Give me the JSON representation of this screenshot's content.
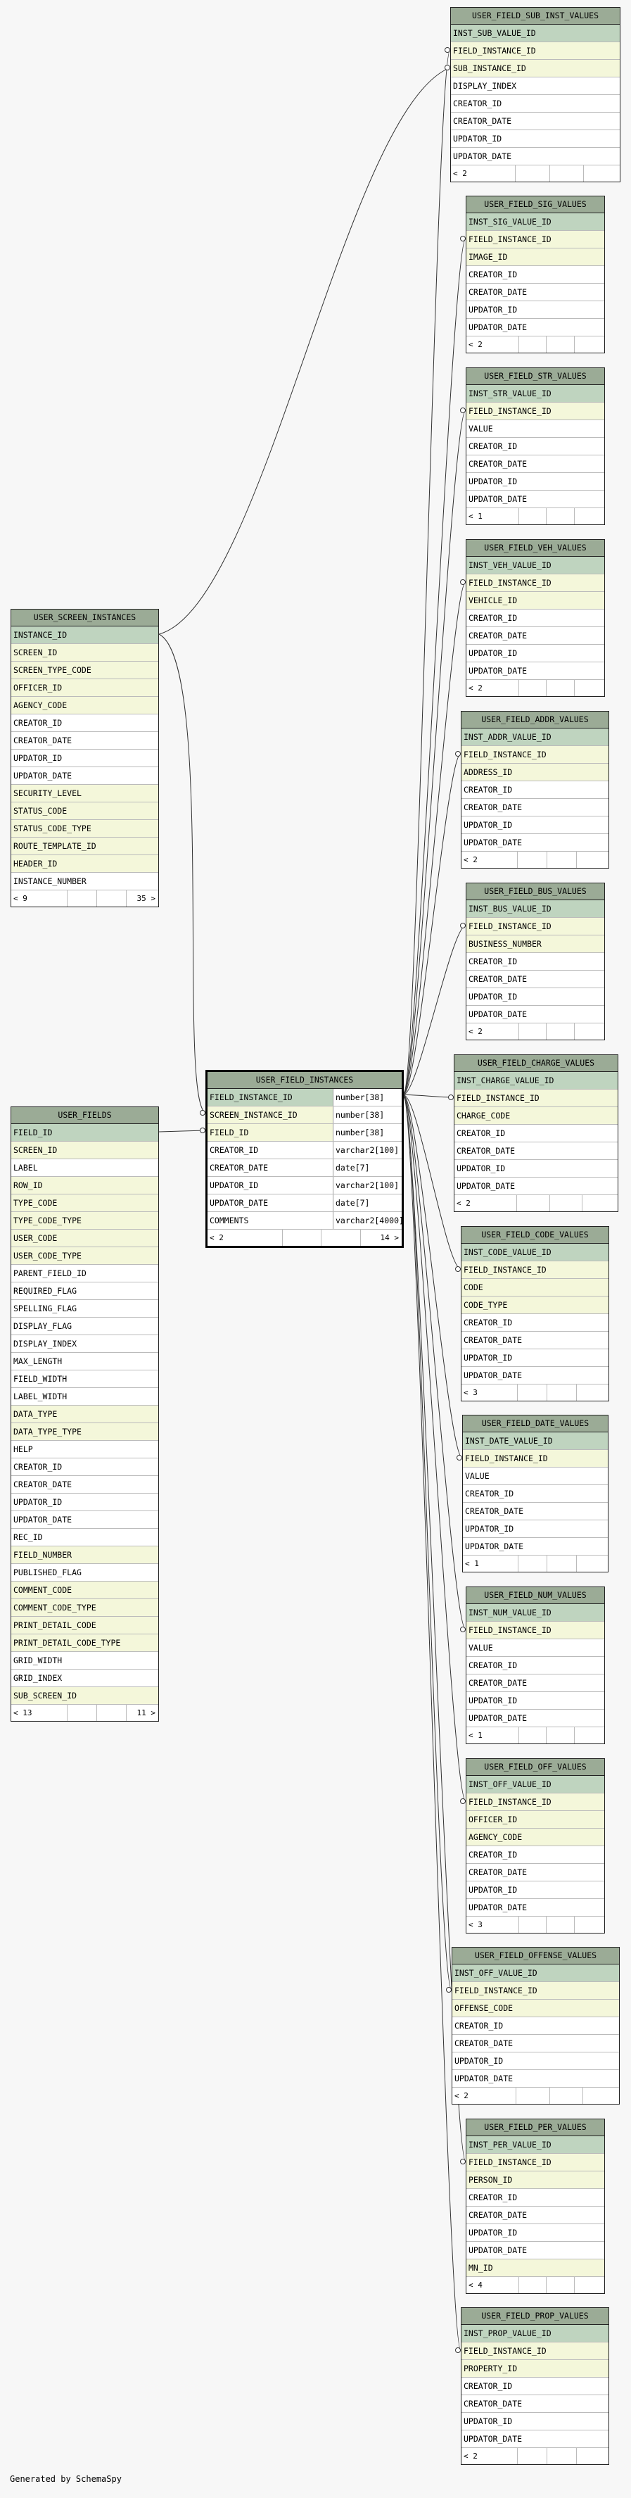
{
  "credit": "Generated by SchemaSpy",
  "tables": [
    {
      "id": "sub_inst",
      "name": "USER_FIELD_SUB_INST_VALUES",
      "rows": [
        {
          "t": "INST_SUB_VALUE_ID",
          "k": "pk"
        },
        {
          "t": "FIELD_INSTANCE_ID",
          "k": "fk"
        },
        {
          "t": "SUB_INSTANCE_ID",
          "k": "fk"
        },
        {
          "t": "DISPLAY_INDEX",
          "k": ""
        },
        {
          "t": "CREATOR_ID",
          "k": ""
        },
        {
          "t": "CREATOR_DATE",
          "k": ""
        },
        {
          "t": "UPDATOR_ID",
          "k": ""
        },
        {
          "t": "UPDATOR_DATE",
          "k": ""
        }
      ],
      "footer": [
        "< 2",
        "",
        "",
        ""
      ]
    },
    {
      "id": "sig",
      "name": "USER_FIELD_SIG_VALUES",
      "rows": [
        {
          "t": "INST_SIG_VALUE_ID",
          "k": "pk"
        },
        {
          "t": "FIELD_INSTANCE_ID",
          "k": "fk"
        },
        {
          "t": "IMAGE_ID",
          "k": "fk"
        },
        {
          "t": "CREATOR_ID",
          "k": ""
        },
        {
          "t": "CREATOR_DATE",
          "k": ""
        },
        {
          "t": "UPDATOR_ID",
          "k": ""
        },
        {
          "t": "UPDATOR_DATE",
          "k": ""
        }
      ],
      "footer": [
        "< 2",
        "",
        "",
        ""
      ]
    },
    {
      "id": "str",
      "name": "USER_FIELD_STR_VALUES",
      "rows": [
        {
          "t": "INST_STR_VALUE_ID",
          "k": "pk"
        },
        {
          "t": "FIELD_INSTANCE_ID",
          "k": "fk"
        },
        {
          "t": "VALUE",
          "k": ""
        },
        {
          "t": "CREATOR_ID",
          "k": ""
        },
        {
          "t": "CREATOR_DATE",
          "k": ""
        },
        {
          "t": "UPDATOR_ID",
          "k": ""
        },
        {
          "t": "UPDATOR_DATE",
          "k": ""
        }
      ],
      "footer": [
        "< 1",
        "",
        "",
        ""
      ]
    },
    {
      "id": "veh",
      "name": "USER_FIELD_VEH_VALUES",
      "rows": [
        {
          "t": "INST_VEH_VALUE_ID",
          "k": "pk"
        },
        {
          "t": "FIELD_INSTANCE_ID",
          "k": "fk"
        },
        {
          "t": "VEHICLE_ID",
          "k": "fk"
        },
        {
          "t": "CREATOR_ID",
          "k": ""
        },
        {
          "t": "CREATOR_DATE",
          "k": ""
        },
        {
          "t": "UPDATOR_ID",
          "k": ""
        },
        {
          "t": "UPDATOR_DATE",
          "k": ""
        }
      ],
      "footer": [
        "< 2",
        "",
        "",
        ""
      ]
    },
    {
      "id": "addr",
      "name": "USER_FIELD_ADDR_VALUES",
      "rows": [
        {
          "t": "INST_ADDR_VALUE_ID",
          "k": "pk"
        },
        {
          "t": "FIELD_INSTANCE_ID",
          "k": "fk"
        },
        {
          "t": "ADDRESS_ID",
          "k": "fk"
        },
        {
          "t": "CREATOR_ID",
          "k": ""
        },
        {
          "t": "CREATOR_DATE",
          "k": ""
        },
        {
          "t": "UPDATOR_ID",
          "k": ""
        },
        {
          "t": "UPDATOR_DATE",
          "k": ""
        }
      ],
      "footer": [
        "< 2",
        "",
        "",
        ""
      ]
    },
    {
      "id": "bus",
      "name": "USER_FIELD_BUS_VALUES",
      "rows": [
        {
          "t": "INST_BUS_VALUE_ID",
          "k": "pk"
        },
        {
          "t": "FIELD_INSTANCE_ID",
          "k": "fk"
        },
        {
          "t": "BUSINESS_NUMBER",
          "k": "fk"
        },
        {
          "t": "CREATOR_ID",
          "k": ""
        },
        {
          "t": "CREATOR_DATE",
          "k": ""
        },
        {
          "t": "UPDATOR_ID",
          "k": ""
        },
        {
          "t": "UPDATOR_DATE",
          "k": ""
        }
      ],
      "footer": [
        "< 2",
        "",
        "",
        ""
      ]
    },
    {
      "id": "charge",
      "name": "USER_FIELD_CHARGE_VALUES",
      "rows": [
        {
          "t": "INST_CHARGE_VALUE_ID",
          "k": "pk"
        },
        {
          "t": "FIELD_INSTANCE_ID",
          "k": "fk"
        },
        {
          "t": "CHARGE_CODE",
          "k": "fk"
        },
        {
          "t": "CREATOR_ID",
          "k": ""
        },
        {
          "t": "CREATOR_DATE",
          "k": ""
        },
        {
          "t": "UPDATOR_ID",
          "k": ""
        },
        {
          "t": "UPDATOR_DATE",
          "k": ""
        }
      ],
      "footer": [
        "< 2",
        "",
        "",
        ""
      ]
    },
    {
      "id": "code",
      "name": "USER_FIELD_CODE_VALUES",
      "rows": [
        {
          "t": "INST_CODE_VALUE_ID",
          "k": "pk"
        },
        {
          "t": "FIELD_INSTANCE_ID",
          "k": "fk"
        },
        {
          "t": "CODE",
          "k": "fk"
        },
        {
          "t": "CODE_TYPE",
          "k": "fk"
        },
        {
          "t": "CREATOR_ID",
          "k": ""
        },
        {
          "t": "CREATOR_DATE",
          "k": ""
        },
        {
          "t": "UPDATOR_ID",
          "k": ""
        },
        {
          "t": "UPDATOR_DATE",
          "k": ""
        }
      ],
      "footer": [
        "< 3",
        "",
        "",
        ""
      ]
    },
    {
      "id": "date",
      "name": "USER_FIELD_DATE_VALUES",
      "rows": [
        {
          "t": "INST_DATE_VALUE_ID",
          "k": "pk"
        },
        {
          "t": "FIELD_INSTANCE_ID",
          "k": "fk"
        },
        {
          "t": "VALUE",
          "k": ""
        },
        {
          "t": "CREATOR_ID",
          "k": ""
        },
        {
          "t": "CREATOR_DATE",
          "k": ""
        },
        {
          "t": "UPDATOR_ID",
          "k": ""
        },
        {
          "t": "UPDATOR_DATE",
          "k": ""
        }
      ],
      "footer": [
        "< 1",
        "",
        "",
        ""
      ]
    },
    {
      "id": "num",
      "name": "USER_FIELD_NUM_VALUES",
      "rows": [
        {
          "t": "INST_NUM_VALUE_ID",
          "k": "pk"
        },
        {
          "t": "FIELD_INSTANCE_ID",
          "k": "fk"
        },
        {
          "t": "VALUE",
          "k": ""
        },
        {
          "t": "CREATOR_ID",
          "k": ""
        },
        {
          "t": "CREATOR_DATE",
          "k": ""
        },
        {
          "t": "UPDATOR_ID",
          "k": ""
        },
        {
          "t": "UPDATOR_DATE",
          "k": ""
        }
      ],
      "footer": [
        "< 1",
        "",
        "",
        ""
      ]
    },
    {
      "id": "off",
      "name": "USER_FIELD_OFF_VALUES",
      "rows": [
        {
          "t": "INST_OFF_VALUE_ID",
          "k": "pk"
        },
        {
          "t": "FIELD_INSTANCE_ID",
          "k": "fk"
        },
        {
          "t": "OFFICER_ID",
          "k": "fk"
        },
        {
          "t": "AGENCY_CODE",
          "k": "fk"
        },
        {
          "t": "CREATOR_ID",
          "k": ""
        },
        {
          "t": "CREATOR_DATE",
          "k": ""
        },
        {
          "t": "UPDATOR_ID",
          "k": ""
        },
        {
          "t": "UPDATOR_DATE",
          "k": ""
        }
      ],
      "footer": [
        "< 3",
        "",
        "",
        ""
      ]
    },
    {
      "id": "offense",
      "name": "USER_FIELD_OFFENSE_VALUES",
      "rows": [
        {
          "t": "INST_OFF_VALUE_ID",
          "k": "pk"
        },
        {
          "t": "FIELD_INSTANCE_ID",
          "k": "fk"
        },
        {
          "t": "OFFENSE_CODE",
          "k": "fk"
        },
        {
          "t": "CREATOR_ID",
          "k": ""
        },
        {
          "t": "CREATOR_DATE",
          "k": ""
        },
        {
          "t": "UPDATOR_ID",
          "k": ""
        },
        {
          "t": "UPDATOR_DATE",
          "k": ""
        }
      ],
      "footer": [
        "< 2",
        "",
        "",
        ""
      ]
    },
    {
      "id": "per",
      "name": "USER_FIELD_PER_VALUES",
      "rows": [
        {
          "t": "INST_PER_VALUE_ID",
          "k": "pk"
        },
        {
          "t": "FIELD_INSTANCE_ID",
          "k": "fk"
        },
        {
          "t": "PERSON_ID",
          "k": "fk"
        },
        {
          "t": "CREATOR_ID",
          "k": ""
        },
        {
          "t": "CREATOR_DATE",
          "k": ""
        },
        {
          "t": "UPDATOR_ID",
          "k": ""
        },
        {
          "t": "UPDATOR_DATE",
          "k": ""
        },
        {
          "t": "MN_ID",
          "k": "fk"
        }
      ],
      "footer": [
        "< 4",
        "",
        "",
        ""
      ]
    },
    {
      "id": "prop",
      "name": "USER_FIELD_PROP_VALUES",
      "rows": [
        {
          "t": "INST_PROP_VALUE_ID",
          "k": "pk"
        },
        {
          "t": "FIELD_INSTANCE_ID",
          "k": "fk"
        },
        {
          "t": "PROPERTY_ID",
          "k": "fk"
        },
        {
          "t": "CREATOR_ID",
          "k": ""
        },
        {
          "t": "CREATOR_DATE",
          "k": ""
        },
        {
          "t": "UPDATOR_ID",
          "k": ""
        },
        {
          "t": "UPDATOR_DATE",
          "k": ""
        }
      ],
      "footer": [
        "< 2",
        "",
        "",
        ""
      ]
    },
    {
      "id": "screen",
      "name": "USER_SCREEN_INSTANCES",
      "rows": [
        {
          "t": "INSTANCE_ID",
          "k": "pk"
        },
        {
          "t": "SCREEN_ID",
          "k": "fk"
        },
        {
          "t": "SCREEN_TYPE_CODE",
          "k": "fk"
        },
        {
          "t": "OFFICER_ID",
          "k": "fk"
        },
        {
          "t": "AGENCY_CODE",
          "k": "fk"
        },
        {
          "t": "CREATOR_ID",
          "k": ""
        },
        {
          "t": "CREATOR_DATE",
          "k": ""
        },
        {
          "t": "UPDATOR_ID",
          "k": ""
        },
        {
          "t": "UPDATOR_DATE",
          "k": ""
        },
        {
          "t": "SECURITY_LEVEL",
          "k": "fk"
        },
        {
          "t": "STATUS_CODE",
          "k": "fk"
        },
        {
          "t": "STATUS_CODE_TYPE",
          "k": "fk"
        },
        {
          "t": "ROUTE_TEMPLATE_ID",
          "k": "fk"
        },
        {
          "t": "HEADER_ID",
          "k": "fk"
        },
        {
          "t": "INSTANCE_NUMBER",
          "k": ""
        }
      ],
      "footer": [
        "< 9",
        "",
        "",
        "35 >"
      ]
    },
    {
      "id": "fields",
      "name": "USER_FIELDS",
      "rows": [
        {
          "t": "FIELD_ID",
          "k": "pk"
        },
        {
          "t": "SCREEN_ID",
          "k": "fk"
        },
        {
          "t": "LABEL",
          "k": ""
        },
        {
          "t": "ROW_ID",
          "k": "fk"
        },
        {
          "t": "TYPE_CODE",
          "k": "fk"
        },
        {
          "t": "TYPE_CODE_TYPE",
          "k": "fk"
        },
        {
          "t": "USER_CODE",
          "k": "fk"
        },
        {
          "t": "USER_CODE_TYPE",
          "k": "fk"
        },
        {
          "t": "PARENT_FIELD_ID",
          "k": ""
        },
        {
          "t": "REQUIRED_FLAG",
          "k": ""
        },
        {
          "t": "SPELLING_FLAG",
          "k": ""
        },
        {
          "t": "DISPLAY_FLAG",
          "k": ""
        },
        {
          "t": "DISPLAY_INDEX",
          "k": ""
        },
        {
          "t": "MAX_LENGTH",
          "k": ""
        },
        {
          "t": "FIELD_WIDTH",
          "k": ""
        },
        {
          "t": "LABEL_WIDTH",
          "k": ""
        },
        {
          "t": "DATA_TYPE",
          "k": "fk"
        },
        {
          "t": "DATA_TYPE_TYPE",
          "k": "fk"
        },
        {
          "t": "HELP",
          "k": ""
        },
        {
          "t": "CREATOR_ID",
          "k": ""
        },
        {
          "t": "CREATOR_DATE",
          "k": ""
        },
        {
          "t": "UPDATOR_ID",
          "k": ""
        },
        {
          "t": "UPDATOR_DATE",
          "k": ""
        },
        {
          "t": "REC_ID",
          "k": ""
        },
        {
          "t": "FIELD_NUMBER",
          "k": "fk"
        },
        {
          "t": "PUBLISHED_FLAG",
          "k": ""
        },
        {
          "t": "COMMENT_CODE",
          "k": "fk"
        },
        {
          "t": "COMMENT_CODE_TYPE",
          "k": "fk"
        },
        {
          "t": "PRINT_DETAIL_CODE",
          "k": "fk"
        },
        {
          "t": "PRINT_DETAIL_CODE_TYPE",
          "k": "fk"
        },
        {
          "t": "GRID_WIDTH",
          "k": ""
        },
        {
          "t": "GRID_INDEX",
          "k": ""
        },
        {
          "t": "SUB_SCREEN_ID",
          "k": "fk"
        }
      ],
      "footer": [
        "< 13",
        "",
        "",
        "11 >"
      ]
    },
    {
      "id": "instances",
      "name": "USER_FIELD_INSTANCES",
      "rows": [
        {
          "t": "FIELD_INSTANCE_ID",
          "k": "pk",
          "ty": "number[38]"
        },
        {
          "t": "SCREEN_INSTANCE_ID",
          "k": "fk",
          "ty": "number[38]"
        },
        {
          "t": "FIELD_ID",
          "k": "fk",
          "ty": "number[38]"
        },
        {
          "t": "CREATOR_ID",
          "k": "",
          "ty": "varchar2[100]"
        },
        {
          "t": "CREATOR_DATE",
          "k": "",
          "ty": "date[7]"
        },
        {
          "t": "UPDATOR_ID",
          "k": "",
          "ty": "varchar2[100]"
        },
        {
          "t": "UPDATOR_DATE",
          "k": "",
          "ty": "date[7]"
        },
        {
          "t": "COMMENTS",
          "k": "",
          "ty": "varchar2[4000]"
        }
      ],
      "footer": [
        "< 2",
        "",
        "",
        "14 >"
      ]
    }
  ]
}
